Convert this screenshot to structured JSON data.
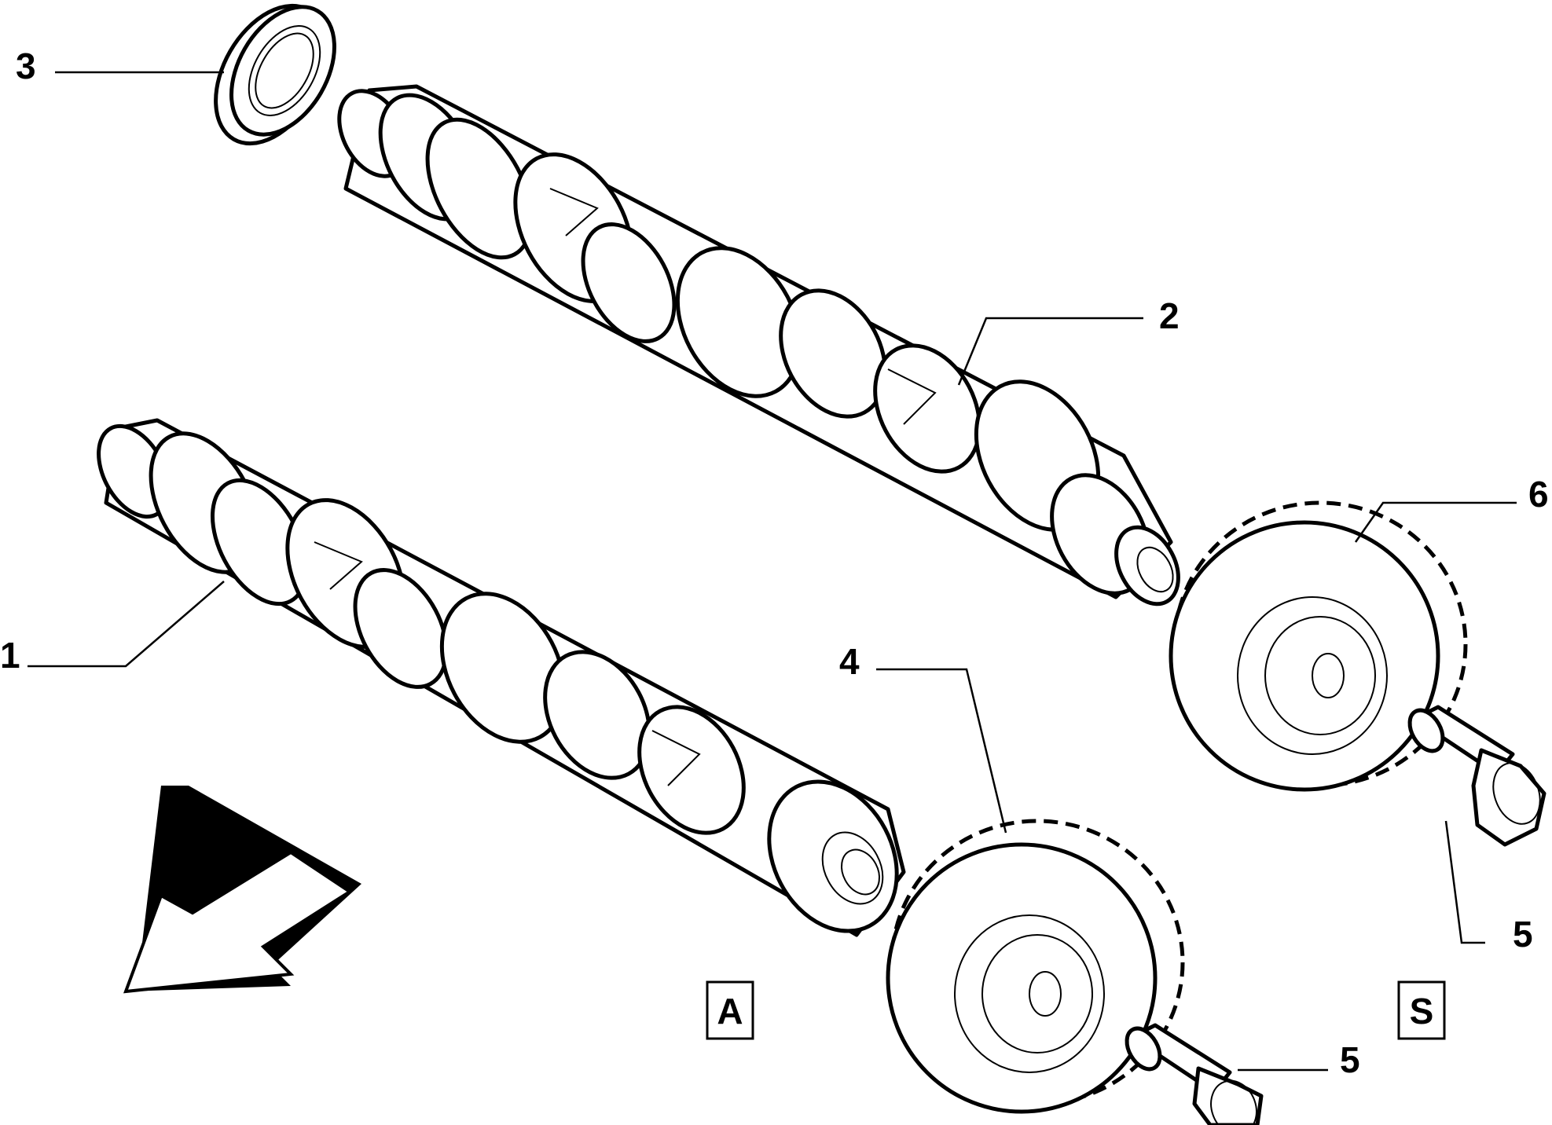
{
  "callouts": {
    "c1": "1",
    "c2": "2",
    "c3": "3",
    "c4": "4",
    "c5a": "5",
    "c5b": "5",
    "c6": "6"
  },
  "boxes": {
    "a": "A",
    "s": "S"
  },
  "colors": {
    "line": "#000000",
    "background": "#ffffff"
  },
  "icons": {
    "direction": "arrow-down-left-icon"
  }
}
